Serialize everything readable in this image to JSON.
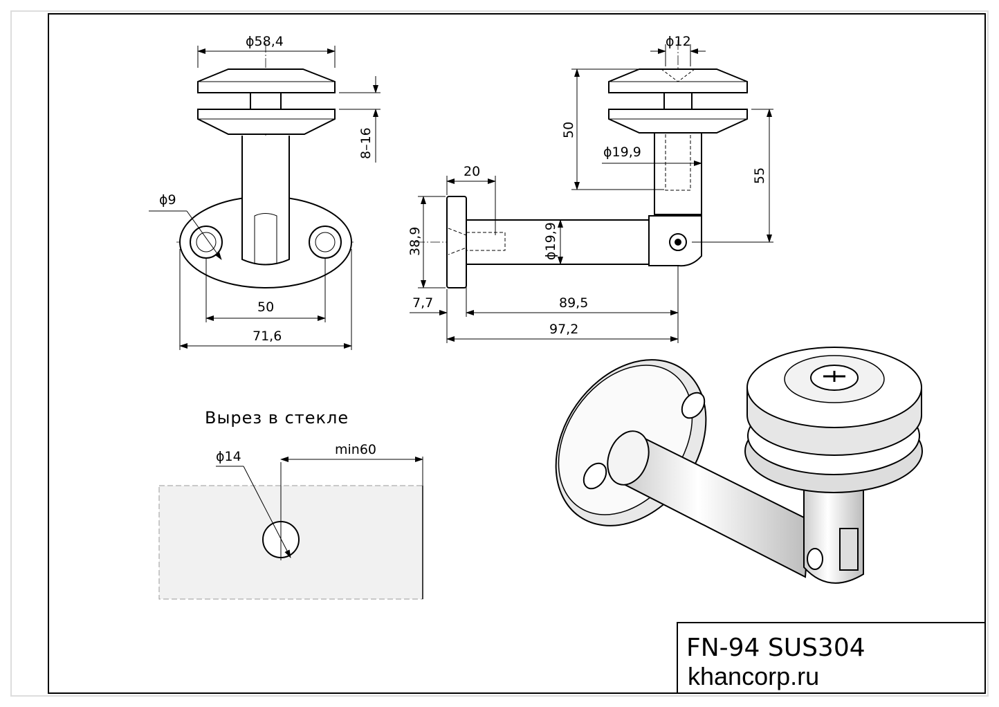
{
  "front_view": {
    "dim_top_diameter": "ϕ58,4",
    "dim_glass_thickness": "8–16",
    "dim_hole_diameter": "ϕ9",
    "dim_hole_spacing": "50",
    "dim_base_width": "71,6"
  },
  "side_view": {
    "dim_screw_diameter": "ϕ12",
    "dim_height_50": "50",
    "dim_post_diameter": "ϕ19,9",
    "dim_height_55": "55",
    "dim_screw_length": "20",
    "dim_base_height": "38,9",
    "dim_arm_diameter": "ϕ19,9",
    "dim_base_thickness": "7,7",
    "dim_arm_length": "89,5",
    "dim_total_length": "97,2"
  },
  "glass_cutout": {
    "title": "Вырез в стекле",
    "dim_hole_diameter": "ϕ14",
    "dim_edge_distance": "min60"
  },
  "title_block": {
    "model": "FN-94  SUS304",
    "website": "khancorp.ru"
  }
}
